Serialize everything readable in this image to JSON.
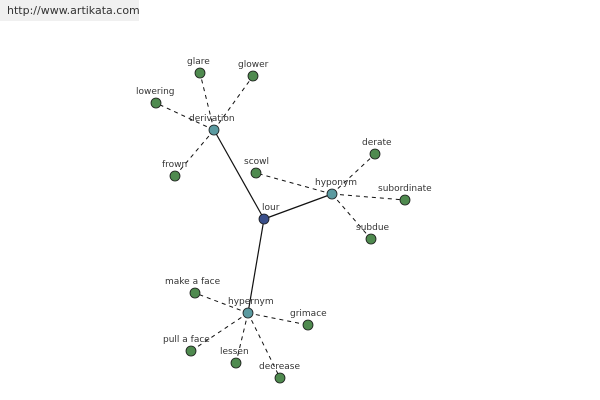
{
  "banner": {
    "url": "http://www.artikata.com"
  },
  "colors": {
    "center": "#3a4f8a",
    "category": "#5b9aa0",
    "leaf": "#4f8a4f"
  },
  "graph": {
    "nodes": [
      {
        "id": "lour",
        "label": "lour",
        "kind": "center"
      },
      {
        "id": "derivation",
        "label": "derivation",
        "kind": "category"
      },
      {
        "id": "hyponym",
        "label": "hyponym",
        "kind": "category"
      },
      {
        "id": "hypernym",
        "label": "hypernym",
        "kind": "category"
      },
      {
        "id": "glare",
        "label": "glare",
        "kind": "leaf"
      },
      {
        "id": "glower",
        "label": "glower",
        "kind": "leaf"
      },
      {
        "id": "lowering",
        "label": "lowering",
        "kind": "leaf"
      },
      {
        "id": "frown",
        "label": "frown",
        "kind": "leaf"
      },
      {
        "id": "scowl",
        "label": "scowl",
        "kind": "leaf"
      },
      {
        "id": "derate",
        "label": "derate",
        "kind": "leaf"
      },
      {
        "id": "subordinate",
        "label": "subordinate",
        "kind": "leaf"
      },
      {
        "id": "subdue",
        "label": "subdue",
        "kind": "leaf"
      },
      {
        "id": "make-a-face",
        "label": "make a face",
        "kind": "leaf"
      },
      {
        "id": "grimace",
        "label": "grimace",
        "kind": "leaf"
      },
      {
        "id": "pull-a-face",
        "label": "pull a face",
        "kind": "leaf"
      },
      {
        "id": "lessen",
        "label": "lessen",
        "kind": "leaf"
      },
      {
        "id": "decrease",
        "label": "decrease",
        "kind": "leaf"
      }
    ],
    "edges": [
      {
        "from": "lour",
        "to": "derivation",
        "style": "solid"
      },
      {
        "from": "lour",
        "to": "hyponym",
        "style": "solid"
      },
      {
        "from": "lour",
        "to": "hypernym",
        "style": "solid"
      },
      {
        "from": "derivation",
        "to": "glare",
        "style": "dashed"
      },
      {
        "from": "derivation",
        "to": "glower",
        "style": "dashed"
      },
      {
        "from": "derivation",
        "to": "lowering",
        "style": "dashed"
      },
      {
        "from": "derivation",
        "to": "frown",
        "style": "dashed"
      },
      {
        "from": "hyponym",
        "to": "scowl",
        "style": "dashed"
      },
      {
        "from": "hyponym",
        "to": "derate",
        "style": "dashed"
      },
      {
        "from": "hyponym",
        "to": "subordinate",
        "style": "dashed"
      },
      {
        "from": "hyponym",
        "to": "subdue",
        "style": "dashed"
      },
      {
        "from": "hypernym",
        "to": "make-a-face",
        "style": "dashed"
      },
      {
        "from": "hypernym",
        "to": "grimace",
        "style": "dashed"
      },
      {
        "from": "hypernym",
        "to": "pull-a-face",
        "style": "dashed"
      },
      {
        "from": "hypernym",
        "to": "lessen",
        "style": "dashed"
      },
      {
        "from": "hypernym",
        "to": "decrease",
        "style": "dashed"
      }
    ]
  }
}
